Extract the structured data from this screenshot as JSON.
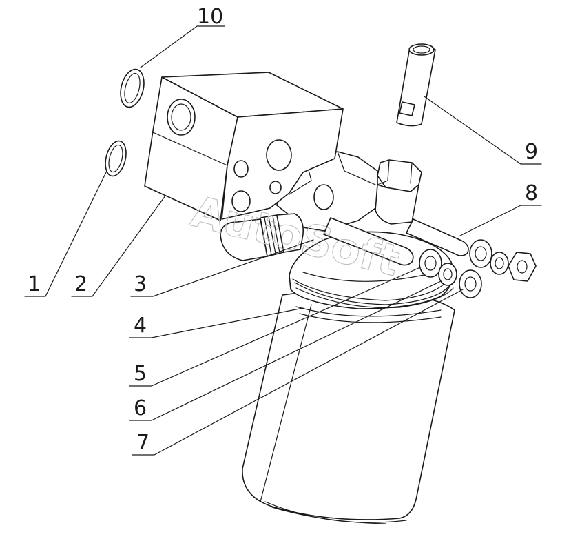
{
  "watermark": "AutoSoft",
  "callouts": [
    {
      "label": "1"
    },
    {
      "label": "2"
    },
    {
      "label": "3"
    },
    {
      "label": "4"
    },
    {
      "label": "5"
    },
    {
      "label": "6"
    },
    {
      "label": "7"
    },
    {
      "label": "8"
    },
    {
      "label": "9"
    },
    {
      "label": "10"
    }
  ]
}
